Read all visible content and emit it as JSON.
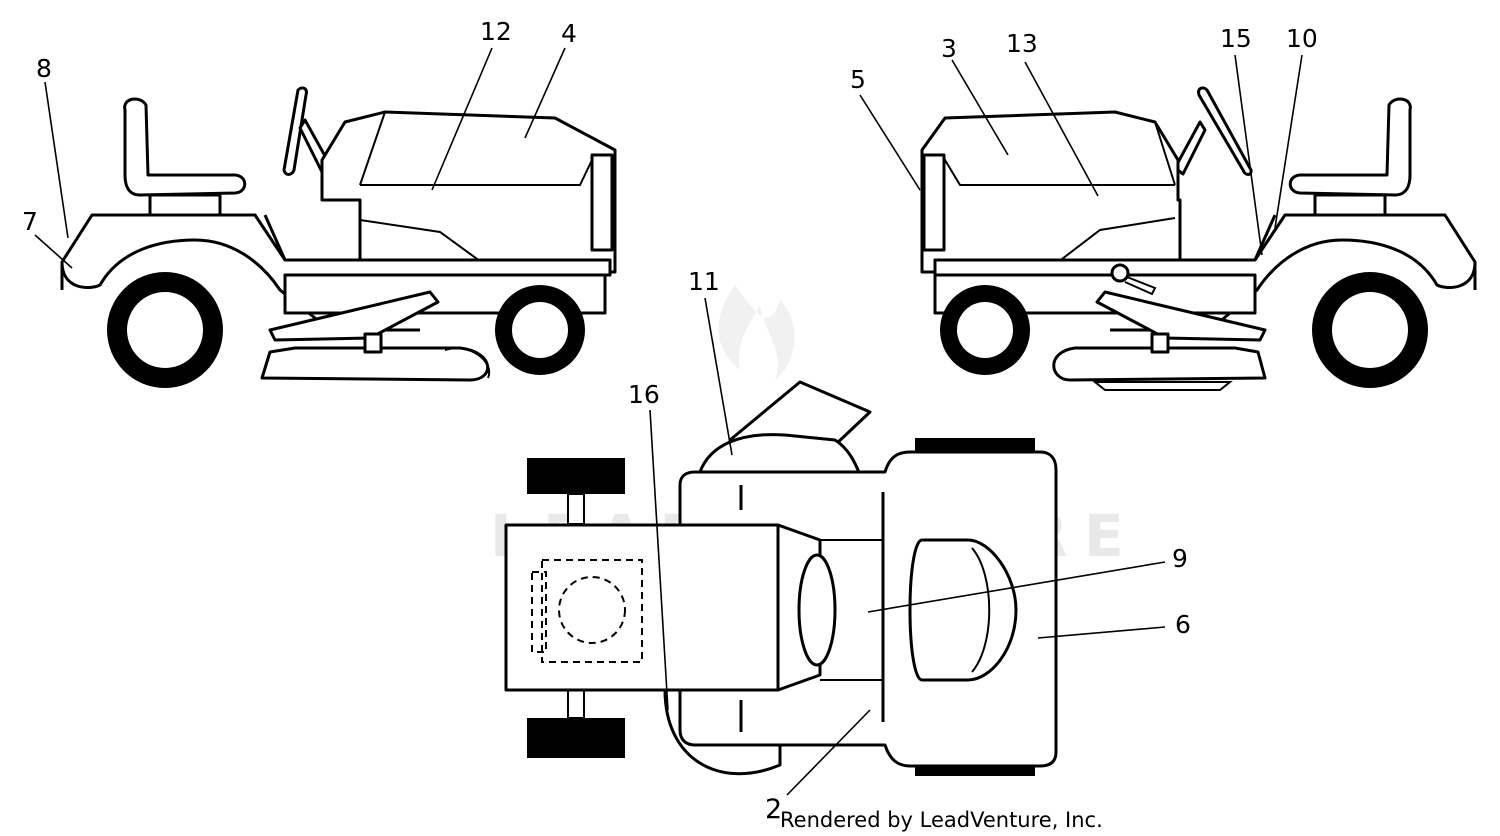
{
  "diagram": {
    "watermark": "LEADVENTURE",
    "credit_number": "2",
    "credit_text": "Rendered by LeadVenture, Inc.",
    "callouts": [
      {
        "id": "12",
        "label": "12"
      },
      {
        "id": "4",
        "label": "4"
      },
      {
        "id": "8",
        "label": "8"
      },
      {
        "id": "7",
        "label": "7"
      },
      {
        "id": "5",
        "label": "5"
      },
      {
        "id": "3",
        "label": "3"
      },
      {
        "id": "13",
        "label": "13"
      },
      {
        "id": "15",
        "label": "15"
      },
      {
        "id": "10",
        "label": "10"
      },
      {
        "id": "11",
        "label": "11"
      },
      {
        "id": "16",
        "label": "16"
      },
      {
        "id": "9",
        "label": "9"
      },
      {
        "id": "6",
        "label": "6"
      }
    ]
  }
}
